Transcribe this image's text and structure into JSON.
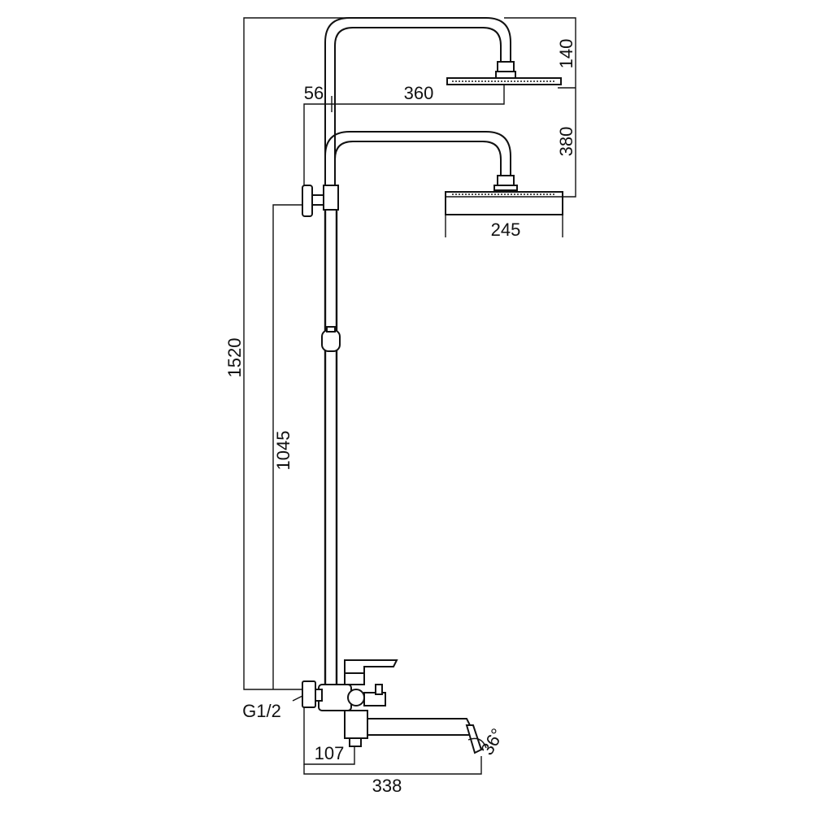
{
  "colors": {
    "line": "#111111",
    "background": "#ffffff"
  },
  "dimensions": {
    "total_height": "1520",
    "outlet_height": "1045",
    "arm_offset": "56",
    "upper_arm_length": "360",
    "upper_head_drop": "140",
    "head_spacing": "380",
    "head_diameter": "245",
    "inlet_thread": "G1/2",
    "spout_offset": "107",
    "spout_length": "338",
    "spout_angle": "36°"
  }
}
